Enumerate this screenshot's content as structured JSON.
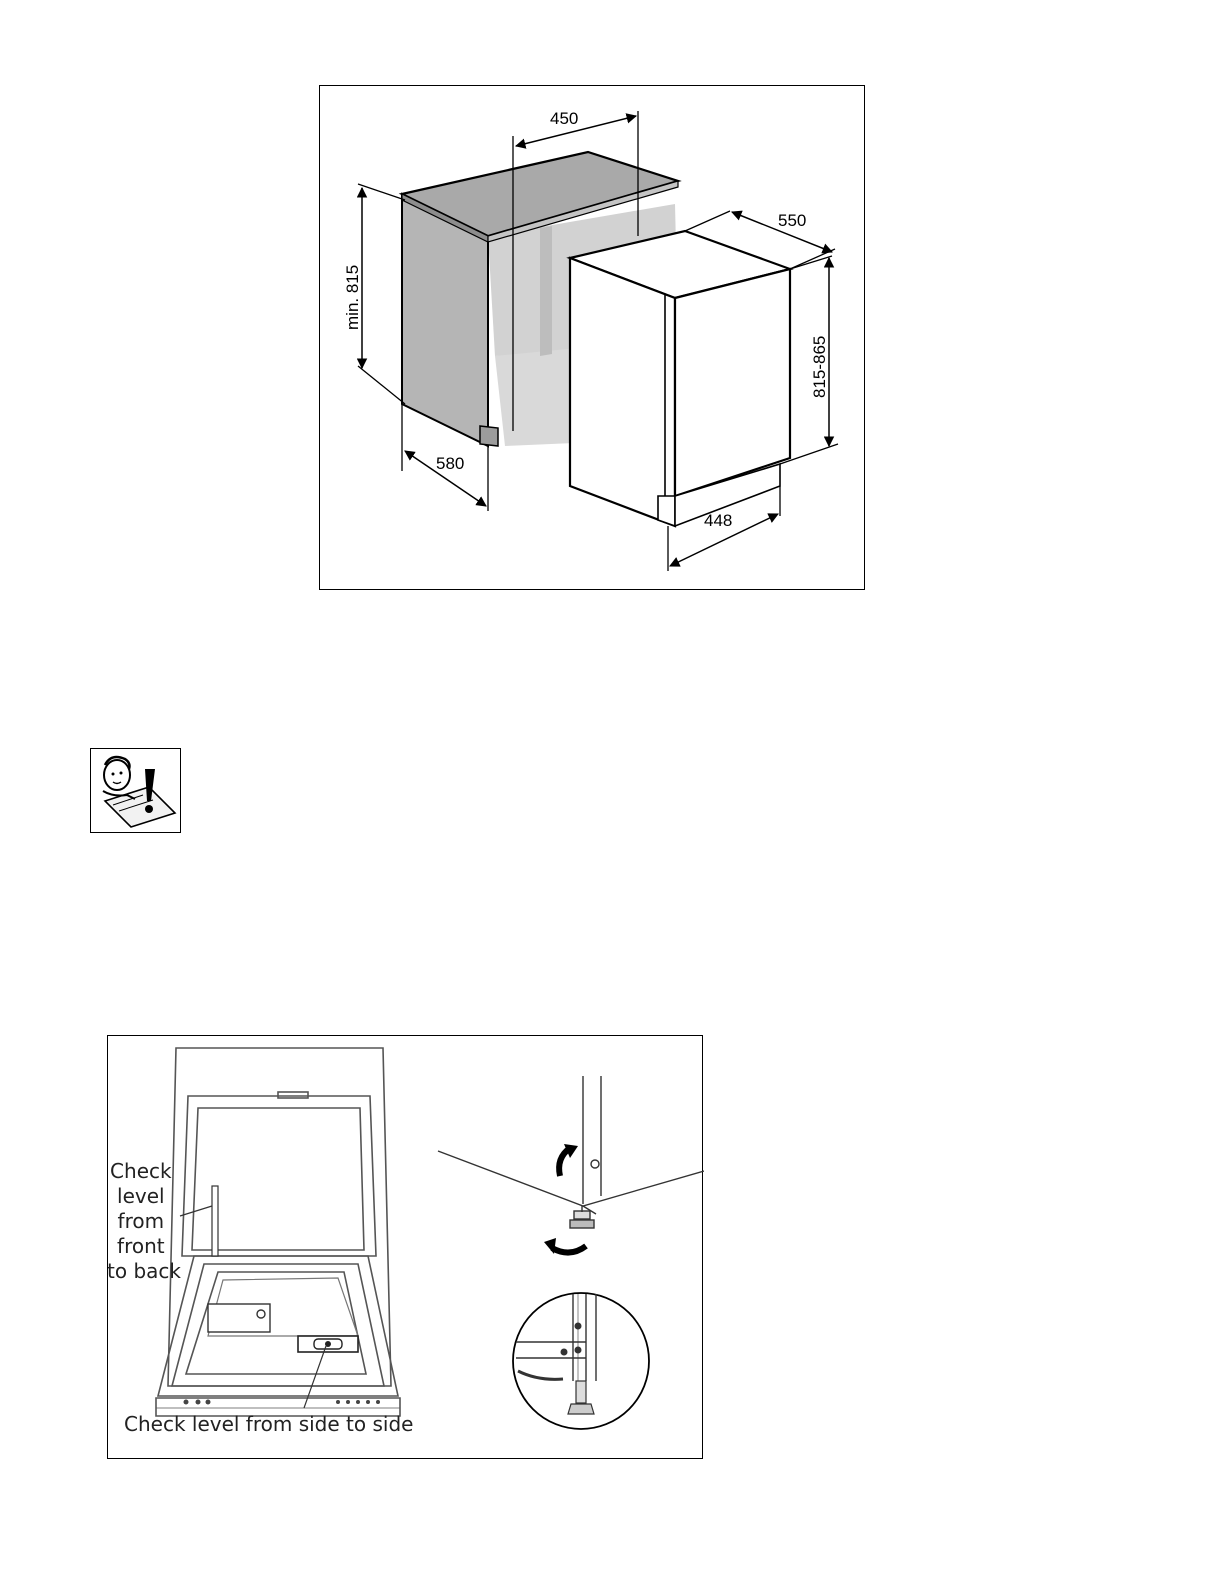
{
  "dimension_figure": {
    "labels": {
      "niche_width": "450",
      "niche_height": "min. 815",
      "niche_depth": "580",
      "appliance_depth": "550",
      "appliance_height": "815-865",
      "appliance_width": "448"
    }
  },
  "leveling_figure": {
    "front_to_back_label": [
      "Check",
      "level",
      "from",
      "front",
      "to back"
    ],
    "side_to_side_label": "Check level from side to side"
  },
  "note_icon": "attention-reading-man-icon"
}
